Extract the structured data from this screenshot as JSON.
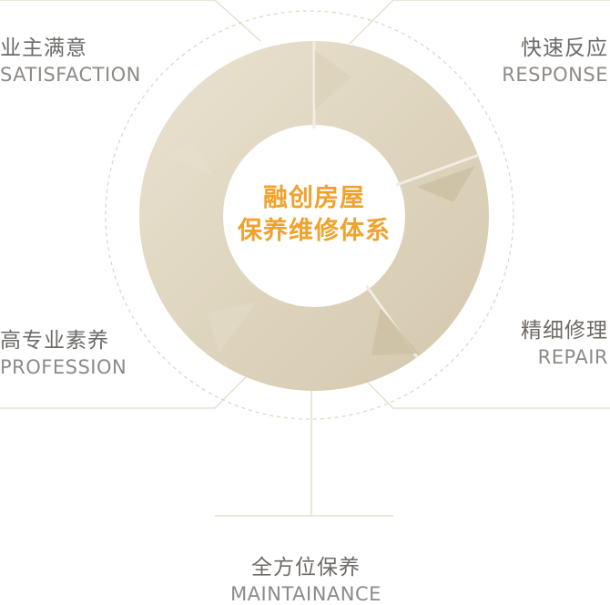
{
  "center": {
    "line1": "融创房屋",
    "line2": "保养维修体系"
  },
  "nodes": {
    "satisfaction": {
      "zh": "业主满意",
      "en": "SATISFACTION"
    },
    "response": {
      "zh": "快速反应",
      "en": "RESPONSE"
    },
    "profession": {
      "zh": "高专业素养",
      "en": "PROFESSION"
    },
    "repair": {
      "zh": "精细修理",
      "en": "REPAIR"
    },
    "maintainance": {
      "zh": "全方位保养",
      "en": "MAINTAINANCE"
    }
  },
  "colors": {
    "ring": "#ddd4c0",
    "ring_light": "#e8e1d1",
    "arrow": "#c9bd9f",
    "divider": "#f2ede2",
    "line": "#e6dfd1",
    "dashed": "#ddd4c4",
    "center_text": "#f0a22c",
    "label_zh": "#6e6a66",
    "label_en": "#8e8a86"
  }
}
